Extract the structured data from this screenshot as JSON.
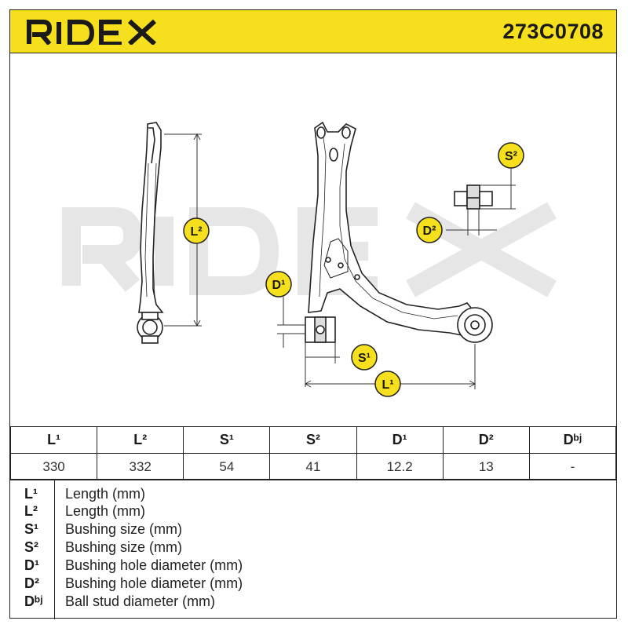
{
  "header": {
    "brand": "RIDEX",
    "part_number": "273C0708",
    "background": "#f6e01d"
  },
  "drawing": {
    "watermark": "RIDEX",
    "labels": {
      "L1": "L¹",
      "L2": "L²",
      "S1": "S¹",
      "S2": "S²",
      "D1": "D¹",
      "D2": "D²"
    },
    "label_color": "#f6e01d"
  },
  "table": {
    "headers": [
      "L¹",
      "L²",
      "S¹",
      "S²",
      "D¹",
      "D²",
      "Dᵇʲ"
    ],
    "values": [
      "330",
      "332",
      "54",
      "41",
      "12.2",
      "13",
      "-"
    ]
  },
  "legend": [
    {
      "symbol": "L¹",
      "description": "Length (mm)"
    },
    {
      "symbol": "L²",
      "description": "Length (mm)"
    },
    {
      "symbol": "S¹",
      "description": "Bushing size (mm)"
    },
    {
      "symbol": "S²",
      "description": "Bushing size (mm)"
    },
    {
      "symbol": "D¹",
      "description": "Bushing hole diameter (mm)"
    },
    {
      "symbol": "D²",
      "description": "Bushing hole diameter (mm)"
    },
    {
      "symbol": "Dᵇʲ",
      "description": "Ball stud diameter (mm)"
    }
  ]
}
